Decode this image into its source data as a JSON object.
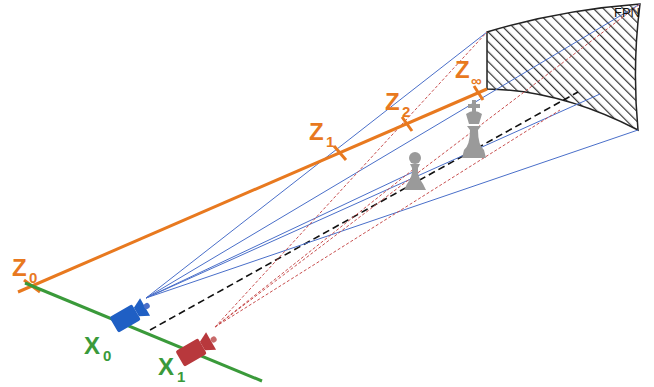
{
  "diagram": {
    "labels": [
      "FPN",
      "Z",
      "0",
      "Z",
      "1",
      "Z",
      "2",
      "Z",
      "∞",
      "X",
      "0",
      "X",
      "1"
    ]
  }
}
